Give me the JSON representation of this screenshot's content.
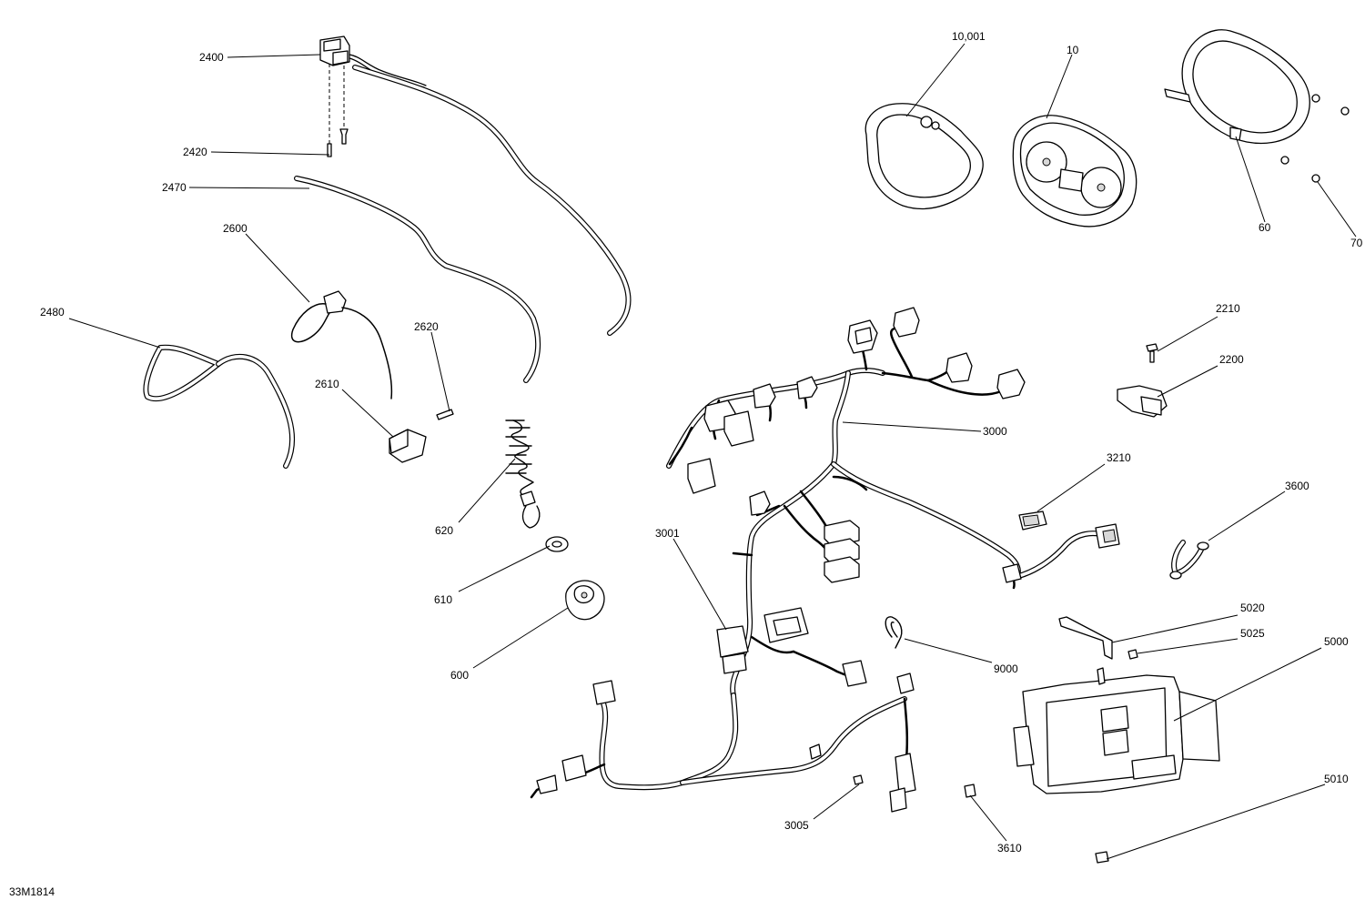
{
  "figure": {
    "code": "33M1814"
  },
  "callouts": [
    {
      "id": "2400",
      "text": "2400"
    },
    {
      "id": "2420",
      "text": "2420"
    },
    {
      "id": "2470",
      "text": "2470"
    },
    {
      "id": "2600",
      "text": "2600"
    },
    {
      "id": "2480",
      "text": "2480"
    },
    {
      "id": "2620",
      "text": "2620"
    },
    {
      "id": "2610",
      "text": "2610"
    },
    {
      "id": "620",
      "text": "620"
    },
    {
      "id": "610",
      "text": "610"
    },
    {
      "id": "600",
      "text": "600"
    },
    {
      "id": "3001",
      "text": "3001"
    },
    {
      "id": "3000",
      "text": "3000"
    },
    {
      "id": "3005",
      "text": "3005"
    },
    {
      "id": "3610",
      "text": "3610"
    },
    {
      "id": "9000",
      "text": "9000"
    },
    {
      "id": "3210",
      "text": "3210"
    },
    {
      "id": "3600",
      "text": "3600"
    },
    {
      "id": "2210",
      "text": "2210"
    },
    {
      "id": "2200",
      "text": "2200"
    },
    {
      "id": "10001",
      "text": "10,001"
    },
    {
      "id": "10",
      "text": "10"
    },
    {
      "id": "60",
      "text": "60"
    },
    {
      "id": "70",
      "text": "70"
    },
    {
      "id": "5020",
      "text": "5020"
    },
    {
      "id": "5025",
      "text": "5025"
    },
    {
      "id": "5000",
      "text": "5000"
    },
    {
      "id": "5010",
      "text": "5010"
    }
  ]
}
